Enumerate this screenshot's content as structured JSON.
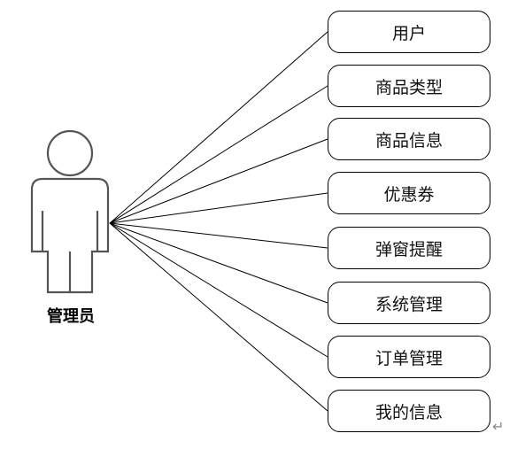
{
  "actor": {
    "label": "管理员"
  },
  "use_cases": [
    {
      "label": "用户"
    },
    {
      "label": "商品类型"
    },
    {
      "label": "商品信息"
    },
    {
      "label": "优惠券"
    },
    {
      "label": "弹窗提醒"
    },
    {
      "label": "系统管理"
    },
    {
      "label": "订单管理"
    },
    {
      "label": "我的信息"
    }
  ],
  "return_mark": "↵",
  "colors": {
    "stroke": "#000000",
    "actor_outline": "#555555",
    "background": "#ffffff"
  }
}
